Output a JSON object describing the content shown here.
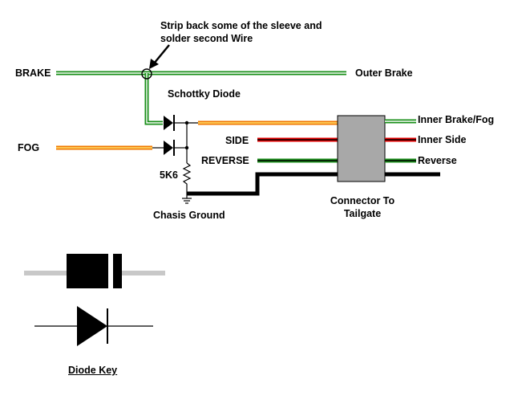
{
  "labels": {
    "annotation_line1": "Strip back some of the sleeve and",
    "annotation_line2": "solder second Wire",
    "brake": "BRAKE",
    "outer_brake": "Outer Brake",
    "schottky": "Schottky Diode",
    "fog": "FOG",
    "side": "SIDE",
    "reverse_in": "REVERSE",
    "inner_brake_fog": "Inner Brake/Fog",
    "inner_side": "Inner Side",
    "reverse_out": "Reverse",
    "resistor": "5K6",
    "ground": "Chasis Ground",
    "connector_line1": "Connector To",
    "connector_line2": "Tailgate",
    "diode_key": "Diode Key"
  },
  "colors": {
    "green_wire": "#1a8f1a",
    "orange_wire": "#f07800",
    "red_wire": "#e00000",
    "connector_fill": "#a8a8a8",
    "diode_body": "#000000",
    "key_lead": "#c8c8c8"
  }
}
